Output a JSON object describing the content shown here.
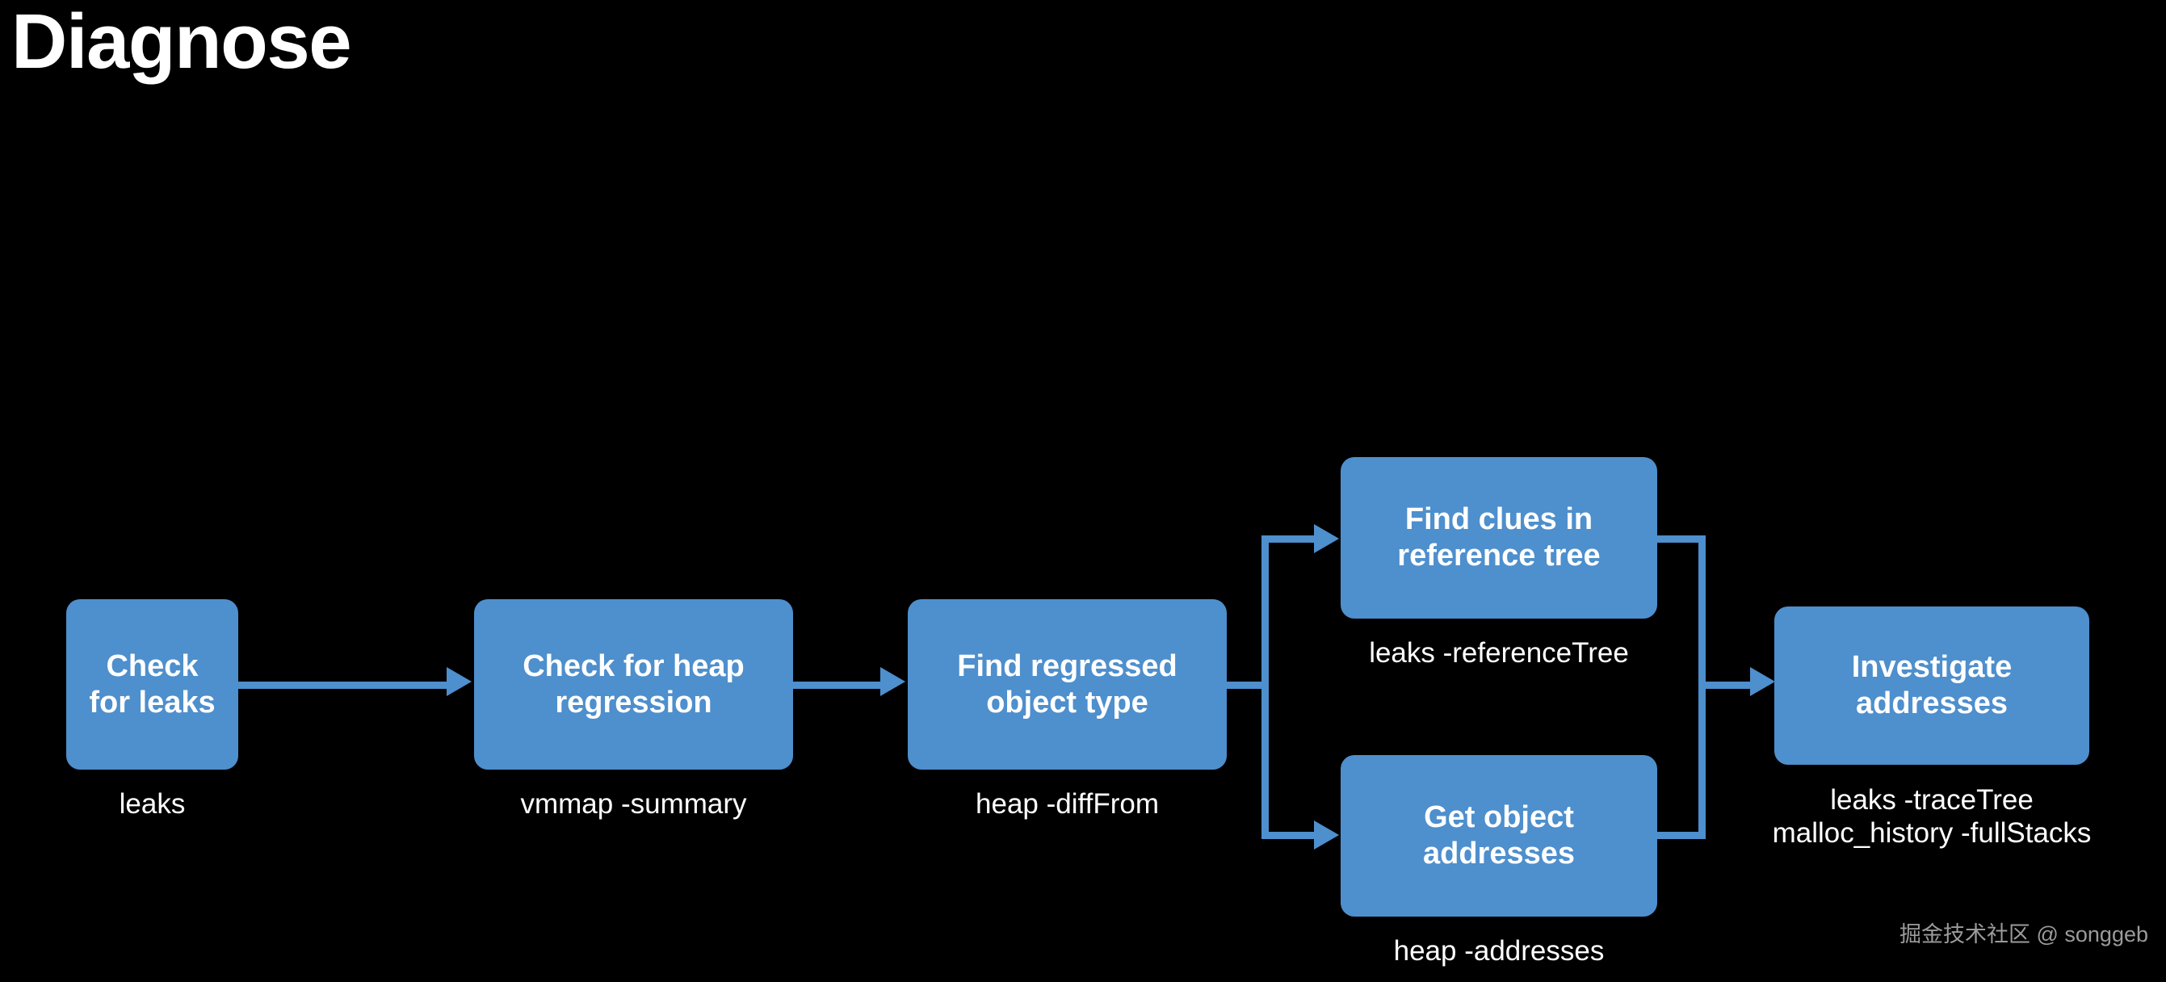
{
  "slide": {
    "title": "Diagnose",
    "background_color": "#000000",
    "box_color": "#4e8fcd",
    "connector_color": "#4e8fcd",
    "text_color": "#ffffff"
  },
  "nodes": {
    "check_leaks": {
      "label": "Check\nfor leaks",
      "caption": "leaks"
    },
    "check_heap": {
      "label": "Check for heap\nregression",
      "caption": "vmmap -summary"
    },
    "find_regressed": {
      "label": "Find regressed\nobject type",
      "caption": "heap -diffFrom"
    },
    "find_clues": {
      "label": "Find clues in\nreference tree",
      "caption": "leaks -referenceTree"
    },
    "get_addresses": {
      "label": "Get object\naddresses",
      "caption": "heap -addresses"
    },
    "investigate": {
      "label": "Investigate\naddresses",
      "caption": "leaks -traceTree\nmalloc_history -fullStacks"
    }
  },
  "watermark": {
    "text": "掘金技术社区 @ songgeb",
    "color": "#9b9b9b"
  },
  "chart_data": {
    "type": "diagram",
    "title": "Diagnose",
    "flow": [
      {
        "id": "check_leaks",
        "label": "Check for leaks",
        "tool": "leaks",
        "step": 1
      },
      {
        "id": "check_heap",
        "label": "Check for heap regression",
        "tool": "vmmap -summary",
        "step": 2
      },
      {
        "id": "find_regressed",
        "label": "Find regressed object type",
        "tool": "heap -diffFrom",
        "step": 3
      },
      {
        "id": "find_clues",
        "label": "Find clues in reference tree",
        "tool": "leaks -referenceTree",
        "step": 4,
        "branch": "top"
      },
      {
        "id": "get_addresses",
        "label": "Get object addresses",
        "tool": "heap -addresses",
        "step": 4,
        "branch": "bottom"
      },
      {
        "id": "investigate",
        "label": "Investigate addresses",
        "tool": "leaks -traceTree / malloc_history -fullStacks",
        "step": 5
      }
    ],
    "edges": [
      {
        "from": "check_leaks",
        "to": "check_heap"
      },
      {
        "from": "check_heap",
        "to": "find_regressed"
      },
      {
        "from": "find_regressed",
        "to": "find_clues"
      },
      {
        "from": "find_regressed",
        "to": "get_addresses"
      },
      {
        "from": "find_clues",
        "to": "investigate"
      },
      {
        "from": "get_addresses",
        "to": "investigate"
      }
    ]
  }
}
